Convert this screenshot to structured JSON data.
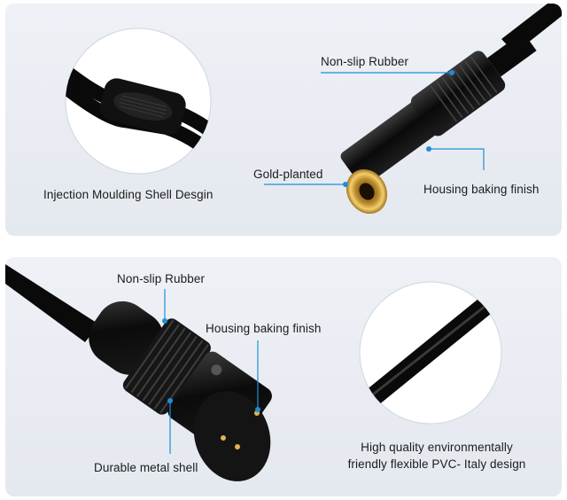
{
  "top_panel": {
    "label_injection": "Injection Moulding Shell Desgin",
    "label_nonslip": "Non-slip Rubber",
    "label_gold": "Gold-planted",
    "label_housing": "Housing baking finish"
  },
  "bottom_panel": {
    "label_nonslip": "Non-slip Rubber",
    "label_housing": "Housing baking finish",
    "label_metal": "Durable metal shell",
    "label_pvc_line1": "High quality environmentally",
    "label_pvc_line2": "friendly flexible PVC- Italy design"
  },
  "colors": {
    "panel_bg": "#e8ecf2",
    "callout_line": "#1e8fd6",
    "gold": "#d9a83a",
    "black": "#0c0c0c"
  },
  "icons": {
    "callout_dot": "circle"
  }
}
